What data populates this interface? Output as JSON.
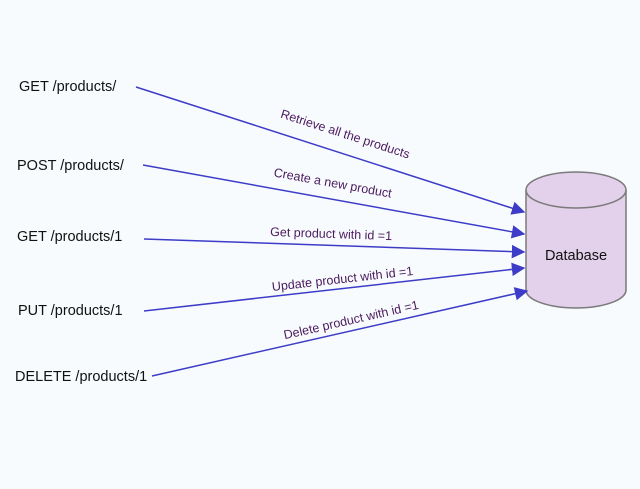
{
  "colors": {
    "background": "#f8fbfd",
    "arrow": "#3c3cc8",
    "edge_label": "#4a1a5e",
    "db_fill": "#e3d0ea",
    "db_stroke": "#7a7a7a"
  },
  "database": {
    "label": "Database"
  },
  "requests": [
    {
      "label": "GET /products/",
      "action": "Retrieve all the products"
    },
    {
      "label": "POST /products/",
      "action": "Create a new product"
    },
    {
      "label": "GET /products/1",
      "action": "Get product with id =1"
    },
    {
      "label": "PUT /products/1",
      "action": "Update product with id =1"
    },
    {
      "label": "DELETE /products/1",
      "action": "Delete product with id =1"
    }
  ]
}
